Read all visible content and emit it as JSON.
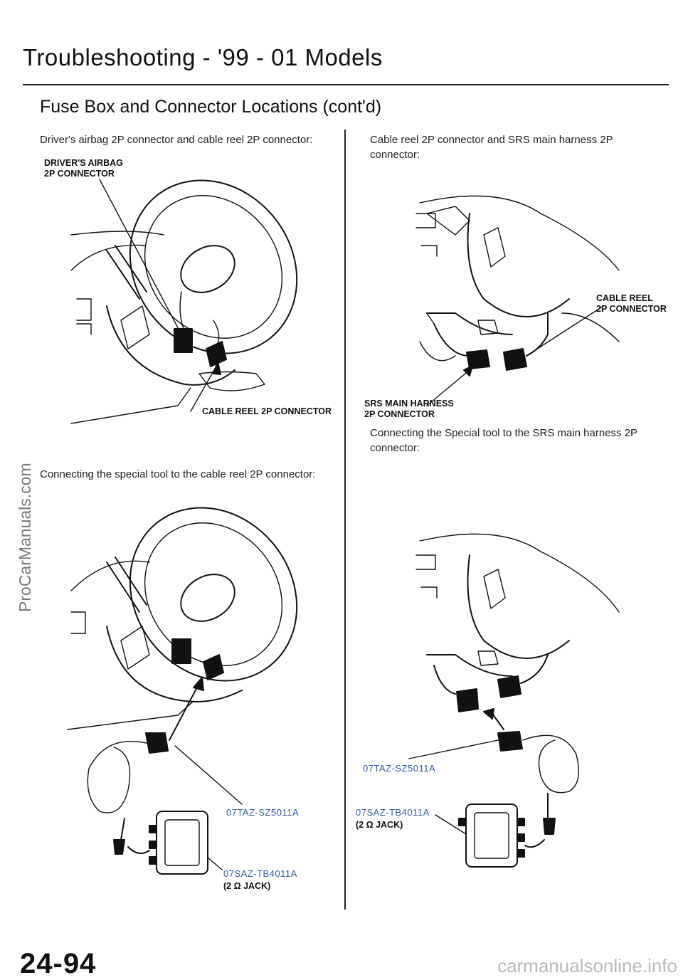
{
  "header": {
    "title": "Troubleshooting - '99 - 01 Models",
    "subtitle": "Fuse Box and Connector Locations (cont'd)"
  },
  "left": {
    "caption1": "Driver's airbag 2P connector and cable reel 2P connector:",
    "label_drivers_airbag_line1": "DRIVER'S AIRBAG",
    "label_drivers_airbag_line2": "2P CONNECTOR",
    "label_cable_reel": "CABLE REEL 2P CONNECTOR",
    "caption2": "Connecting the special tool to the cable reel 2P connector:",
    "part_harness": "07TAZ-SZ5011A",
    "part_jack": "07SAZ-TB4011A",
    "part_jack_note": "(2 Ω JACK)"
  },
  "right": {
    "caption1": "Cable reel 2P connector and SRS main harness 2P connector:",
    "label_cable_reel_line1": "CABLE REEL",
    "label_cable_reel_line2": "2P CONNECTOR",
    "label_srs_line1": "SRS MAIN HARNESS",
    "label_srs_line2": "2P CONNECTOR",
    "caption2": "Connecting the Special tool to the SRS main harness 2P connector:",
    "part_harness": "07TAZ-SZ5011A",
    "part_jack": "07SAZ-TB4011A",
    "part_jack_note": "(2 Ω JACK)"
  },
  "footer": {
    "page_number": "24-94",
    "watermark_side": "ProCarManuals.com",
    "watermark_bottom": "carmanualsonline.info"
  }
}
